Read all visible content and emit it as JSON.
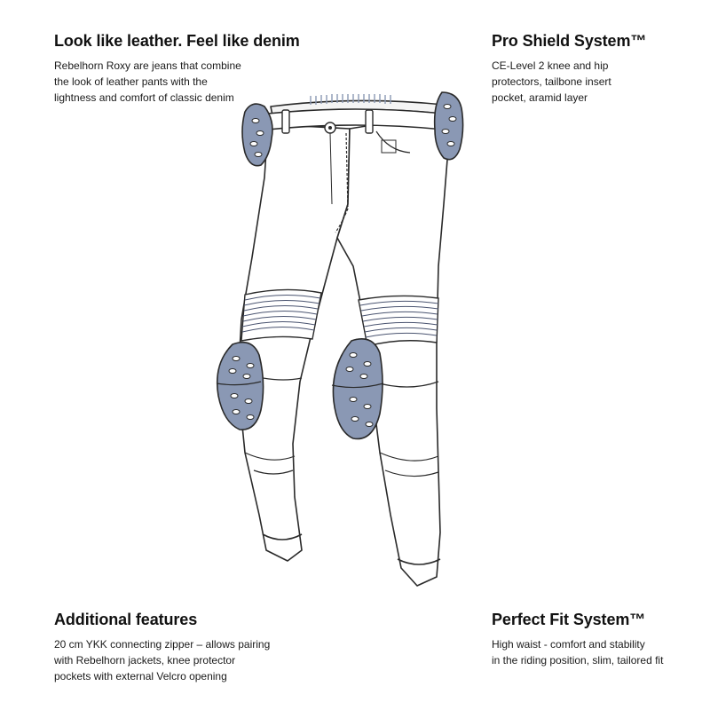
{
  "top_left": {
    "title": "Look like leather. Feel like denim",
    "lines": [
      "Rebelhorn Roxy are jeans that combine",
      "the look of leather pants with the",
      "lightness and comfort of classic denim"
    ]
  },
  "top_right": {
    "title": "Pro Shield System™",
    "lines": [
      "CE-Level 2 knee and hip",
      "protectors, tailbone insert",
      "pocket, aramid layer"
    ]
  },
  "bottom_left": {
    "title": "Additional features",
    "lines": [
      "20 cm YKK connecting zipper – allows pairing",
      "with Rebelhorn jackets, knee protector",
      "pockets with external Velcro opening"
    ]
  },
  "bottom_right": {
    "title": "Perfect Fit System™",
    "lines": [
      "High waist - comfort and stability",
      "in the riding position, slim, tailored fit"
    ]
  },
  "colors": {
    "protector": "#8a98b4",
    "outline": "#2a2a2a",
    "fabric": "#ffffff"
  }
}
